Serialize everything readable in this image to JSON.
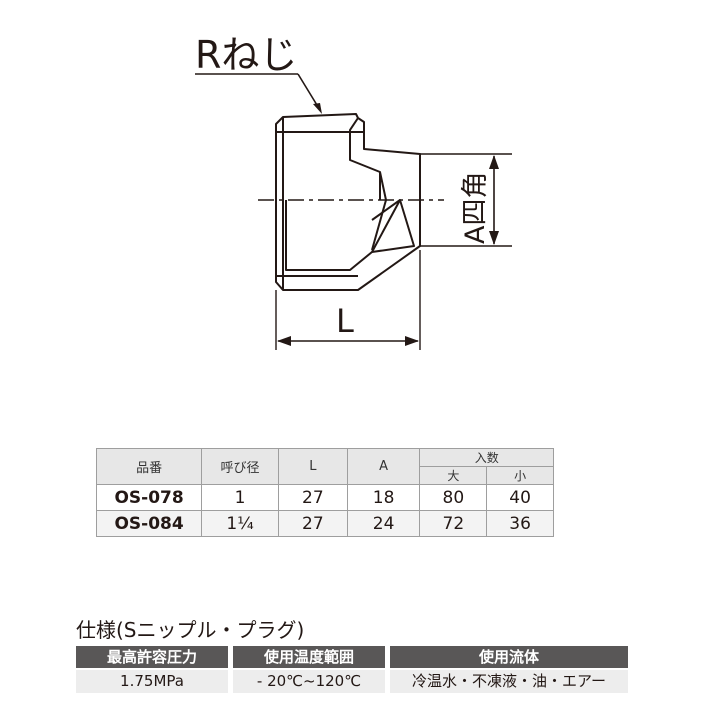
{
  "diagram": {
    "thread_label": "Rねじ",
    "length_label": "L",
    "across_flats_label": "A四角"
  },
  "table": {
    "headers": {
      "part_no": "品番",
      "nominal": "呼び径",
      "l": "L",
      "a": "A",
      "qty": "入数",
      "qty_large": "大",
      "qty_small": "小"
    },
    "rows": [
      {
        "part_no": "OS-078",
        "nominal": "1",
        "l": "27",
        "a": "18",
        "large": "80",
        "small": "40"
      },
      {
        "part_no": "OS-084",
        "nominal": "1¼",
        "l": "27",
        "a": "24",
        "large": "72",
        "small": "36"
      }
    ]
  },
  "specs": {
    "title": "仕様(Sニップル・プラグ)",
    "items": [
      {
        "label": "最高許容圧力",
        "value": "1.75MPa"
      },
      {
        "label": "使用温度範囲",
        "value": "- 20℃~120℃"
      },
      {
        "label": "使用流体",
        "value": "冷温水・不凍液・油・エアー"
      }
    ]
  }
}
